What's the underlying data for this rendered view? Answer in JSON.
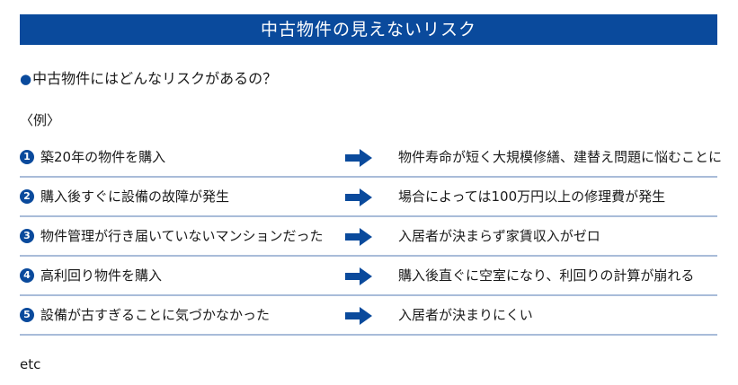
{
  "title": "中古物件の見えないリスク",
  "question": {
    "bullet": "●",
    "text": "中古物件にはどんなリスクがあるの？"
  },
  "example_label": "〈例〉",
  "rows": [
    {
      "num": "1",
      "cause": "築20年の物件を購入",
      "effect": "物件寿命が短く大規模修繕、建替え問題に悩むことに"
    },
    {
      "num": "2",
      "cause": "購入後すぐに設備の故障が発生",
      "effect": "場合によっては100万円以上の修理費が発生"
    },
    {
      "num": "3",
      "cause": "物件管理が行き届いていないマンションだった",
      "effect": "入居者が決まらず家賃収入がゼロ"
    },
    {
      "num": "4",
      "cause": "高利回り物件を購入",
      "effect": "購入後直ぐに空室になり、利回りの計算が崩れる"
    },
    {
      "num": "5",
      "cause": "設備が古すぎることに気づかなかった",
      "effect": "入居者が決まりにくい"
    }
  ],
  "arrow_icon": "right-arrow-icon",
  "etc": "etc",
  "colors": {
    "brand_blue": "#0a4a9c",
    "divider": "#a9bcd9"
  }
}
